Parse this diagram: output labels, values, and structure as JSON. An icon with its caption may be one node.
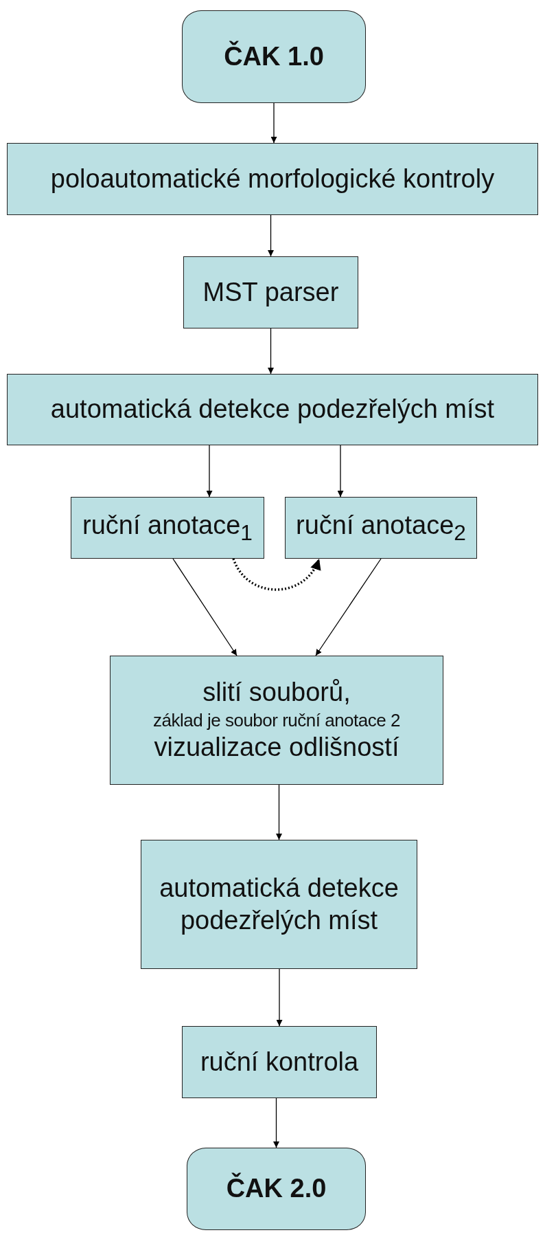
{
  "diagram": {
    "nodes": [
      {
        "text": [
          "ČAK 1.0"
        ]
      },
      {
        "text": [
          "poloautomatické morfologické kontroly"
        ]
      },
      {
        "text": [
          "MST parser"
        ]
      },
      {
        "text": [
          "automatická detekce podezřelých míst"
        ]
      },
      {
        "text": [
          "ruční anotace$_{1}$"
        ]
      },
      {
        "text": [
          "ruční anotace$_{2}$"
        ]
      },
      {
        "text": [
          "slití souborů,",
          "základ je soubor ruční anotace 2",
          "vizualizace odlišností"
        ]
      },
      {
        "text": [
          "automatická detekce podezřelých míst"
        ]
      },
      {
        "text": [
          "ruční kontrola"
        ]
      },
      {
        "text": [
          "ČAK 2.0"
        ]
      }
    ],
    "edges": [
      {
        "from": 0,
        "to": 1,
        "arrow": "to"
      },
      {
        "from": 1,
        "to": 2,
        "arrow": "to"
      },
      {
        "from": 2,
        "to": 3,
        "arrow": "to"
      },
      {
        "from": 3,
        "to": 4,
        "arrow": "to"
      },
      {
        "from": 3,
        "to": 5,
        "arrow": "to"
      },
      {
        "from": 4,
        "to": 5,
        "arrow": "to",
        "style": "dashed"
      },
      {
        "from": 4,
        "to": 6,
        "arrow": "to"
      },
      {
        "from": 5,
        "to": 6,
        "arrow": "to"
      },
      {
        "from": 6,
        "to": 7,
        "arrow": "to"
      },
      {
        "from": 7,
        "to": 8,
        "arrow": "to"
      },
      {
        "from": 8,
        "to": 9,
        "arrow": "to"
      }
    ]
  }
}
